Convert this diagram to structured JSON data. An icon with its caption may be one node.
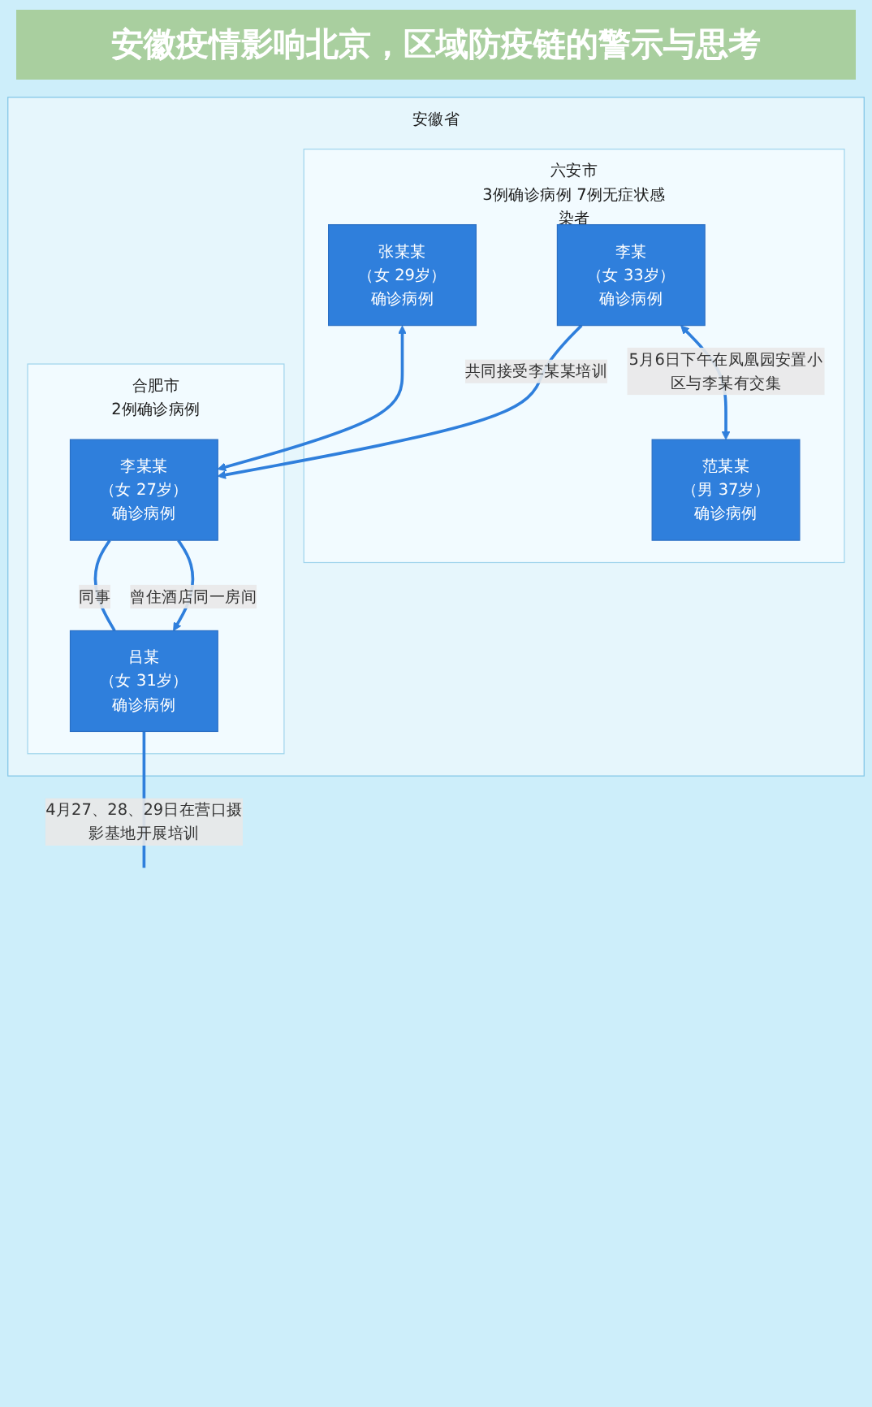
{
  "diagram": {
    "caption": "安徽疫情影响北京，区域防疫链的警示与思考",
    "nodes": [
      {
        "text": [
          "安徽省"
        ]
      },
      {
        "text": [
          "六安市",
          "3例确诊病例 7例无症状感染者"
        ],
        "in": 0
      },
      {
        "text": [
          "张某某",
          "（女 29岁）",
          "确诊病例"
        ],
        "in": 1
      },
      {
        "text": [
          "李某",
          "（女 33岁）",
          "确诊病例"
        ],
        "in": 1
      },
      {
        "text": [
          "范某某",
          "（男 37岁）",
          "确诊病例"
        ],
        "in": 1
      },
      {
        "text": [
          "合肥市",
          "2例确诊病例"
        ],
        "in": 0
      },
      {
        "text": [
          "李某某",
          "（女 27岁）",
          "确诊病例"
        ],
        "in": 5
      },
      {
        "text": [
          "吕某",
          "（女 31岁）",
          "确诊病例"
        ],
        "in": 5
      }
    ],
    "edges": [
      {
        "from": 2,
        "to": 6,
        "arrow": "both"
      },
      {
        "from": 3,
        "to": 6,
        "arrow": "to",
        "label": "共同接受李某某培训"
      },
      {
        "from": 3,
        "to": 4,
        "arrow": "both",
        "label": "5月6日下午在凤凰园安置小区与李某有交集"
      },
      {
        "from": 6,
        "to": 7,
        "arrow": "none",
        "label": "同事"
      },
      {
        "from": 6,
        "to": 7,
        "arrow": "to",
        "label": "曾住酒店同一房间"
      },
      {
        "from": 7,
        "to": null,
        "arrow": "none",
        "label": "4月27、28、29日在营口摄影基地开展培训"
      }
    ]
  }
}
